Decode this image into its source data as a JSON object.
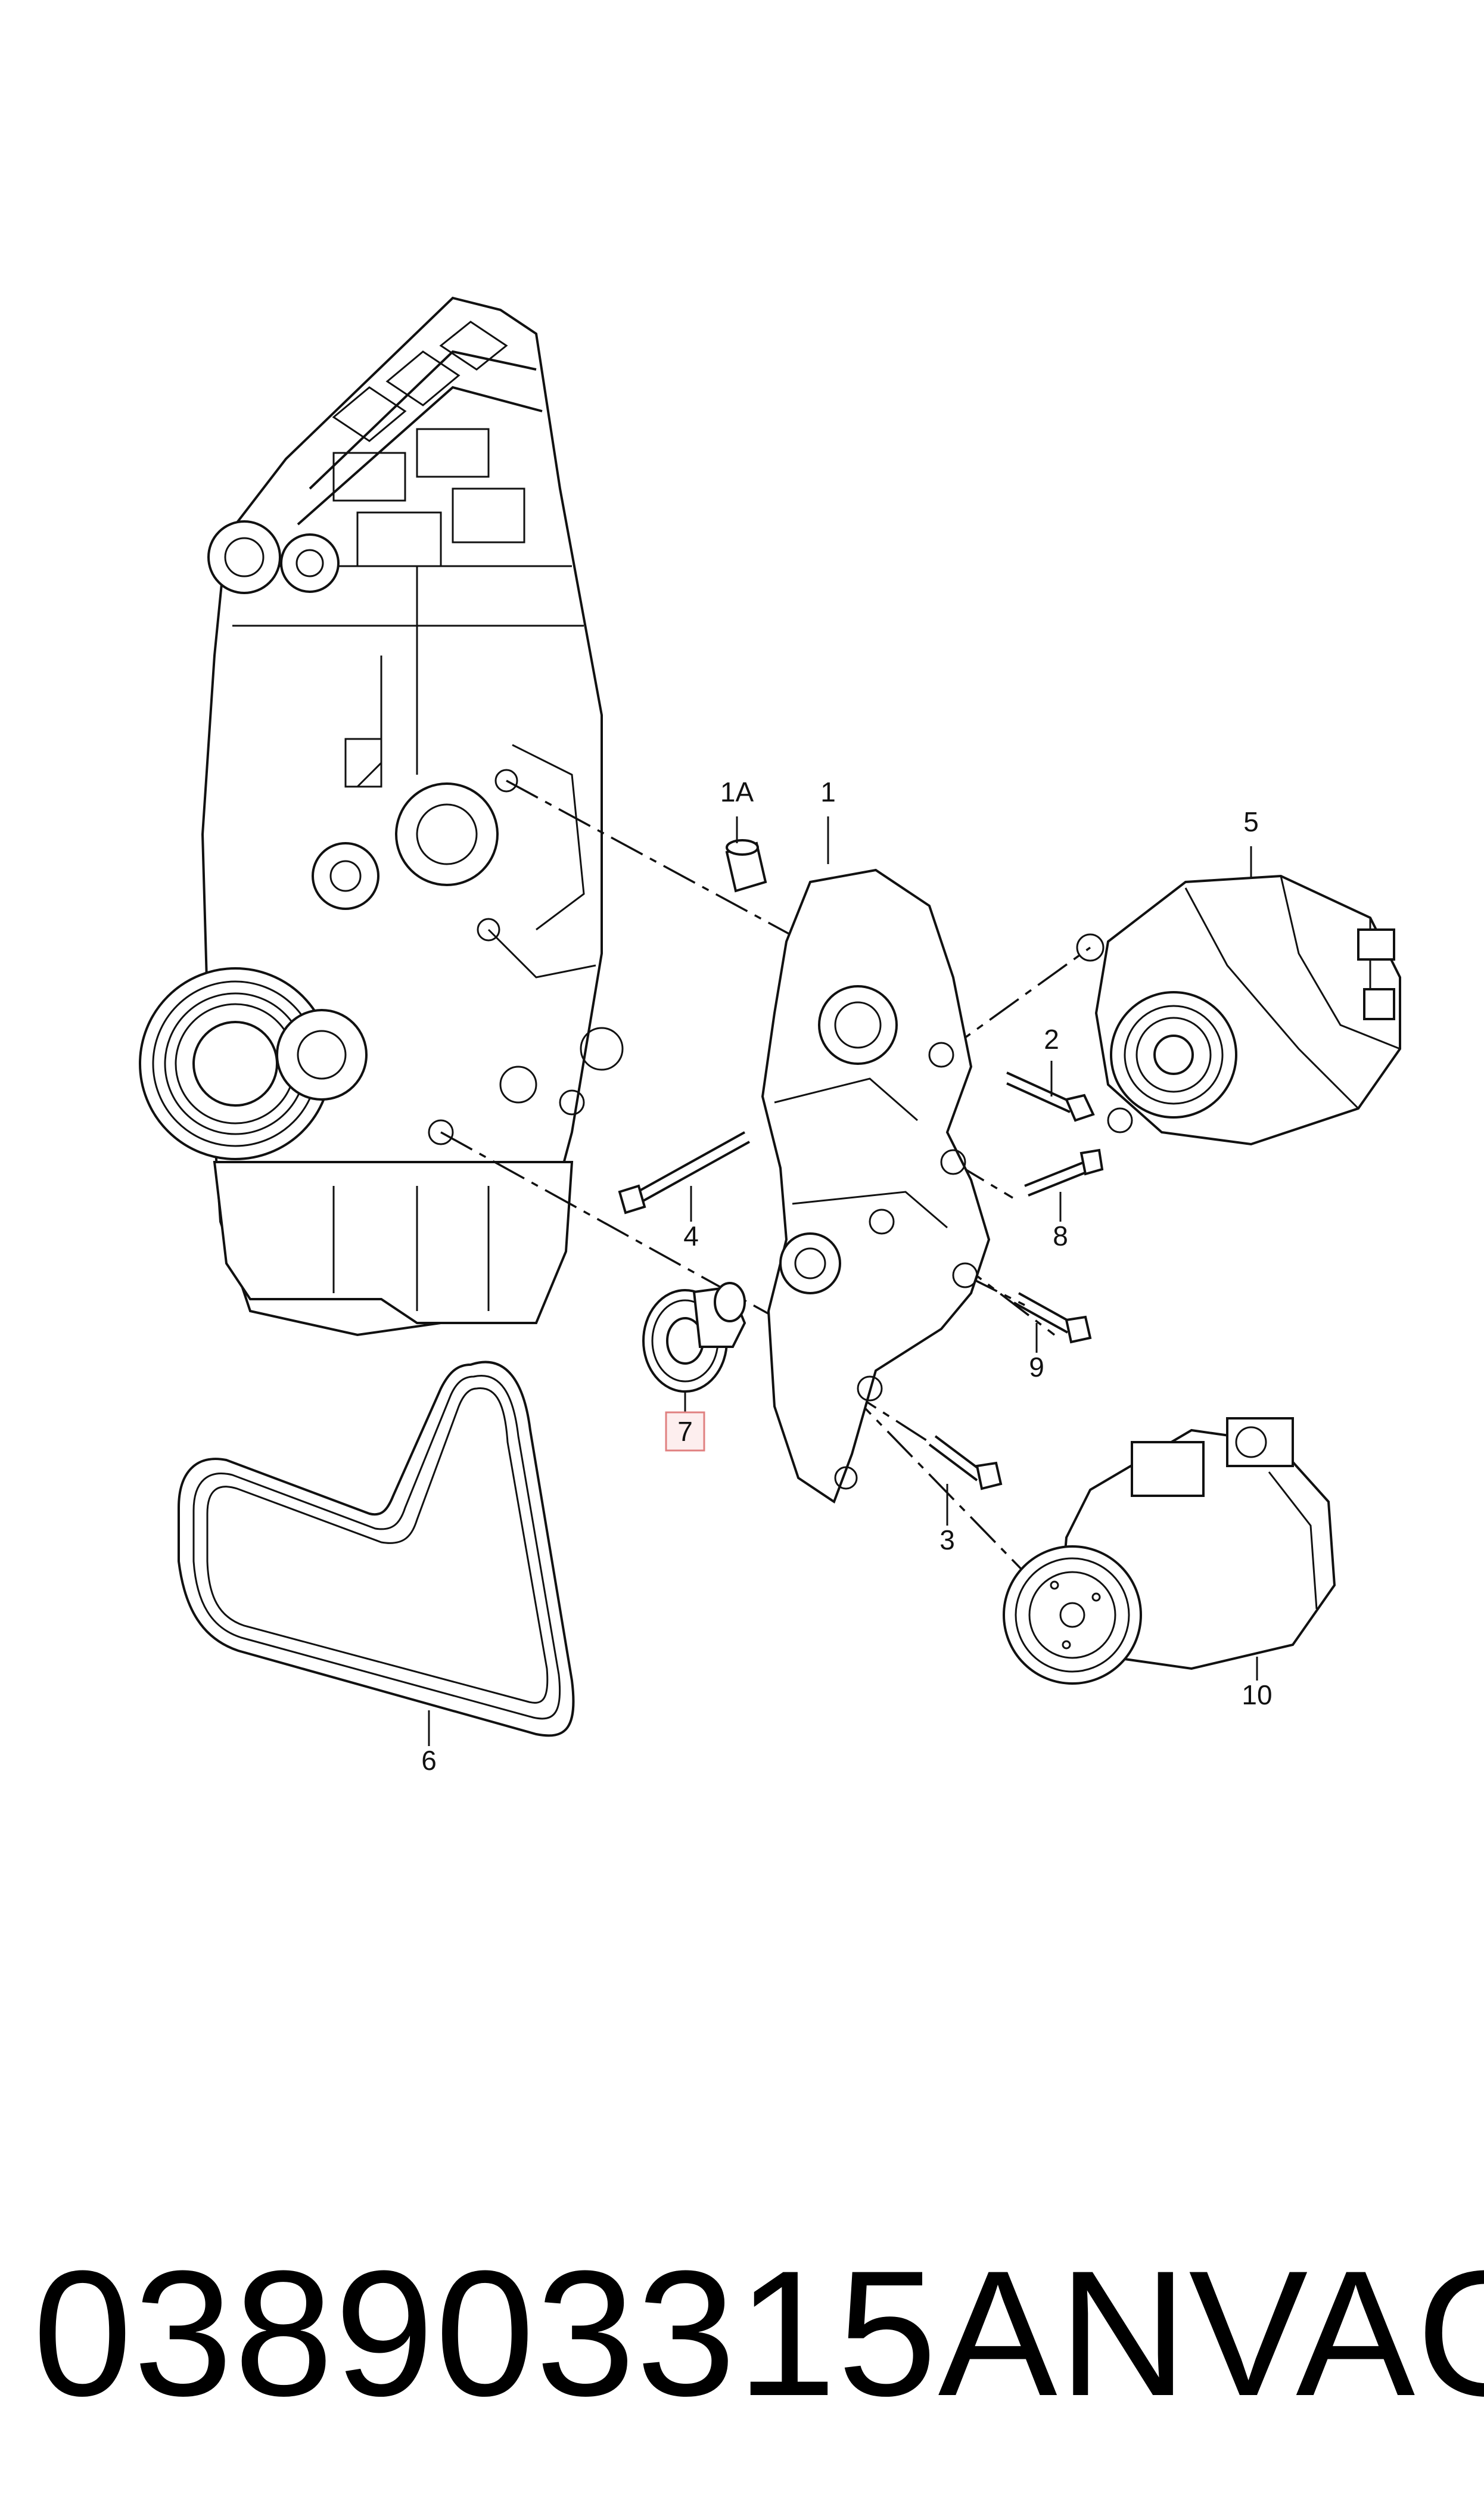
{
  "callouts": {
    "c1": "1",
    "c1a": "1A",
    "c2": "2",
    "c3": "3",
    "c4": "4",
    "c5": "5",
    "c6": "6",
    "c7": "7",
    "c8": "8",
    "c9": "9",
    "c10": "10"
  },
  "highlight_color": "#e08080",
  "caption": {
    "part_number": "038903315AN",
    "brand": "VAG"
  }
}
